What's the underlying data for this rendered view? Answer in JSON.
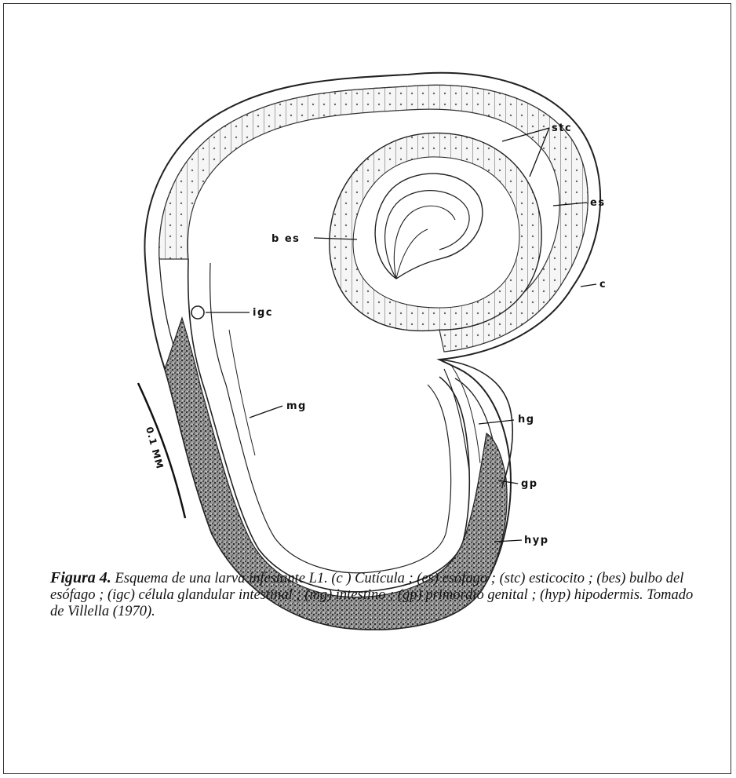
{
  "labels": {
    "stc": "stc",
    "es": "es",
    "bes": "b es",
    "c": "c",
    "igc": "igc",
    "mg": "mg",
    "hg": "hg",
    "gp": "gp",
    "hyp": "hyp"
  },
  "scale_bar": {
    "label": "0.1 MM"
  },
  "caption": {
    "figure_name": "Figura 4.",
    "text": " Esquema de una larva infestante L1. (c ) Cutícula ; (es) esófago ; (stc) esticocito ; (bes) bulbo del esófago ;  (igc) célula glandular intestinal ; (mg) intestino ; (gp) primordio genital ; (hyp) hipodermis. Tomado de Villella (1970)."
  },
  "colors": {
    "ink": "#111111",
    "cell_fill": "#f4f4f4",
    "granular": "#555555",
    "background": "#ffffff"
  }
}
